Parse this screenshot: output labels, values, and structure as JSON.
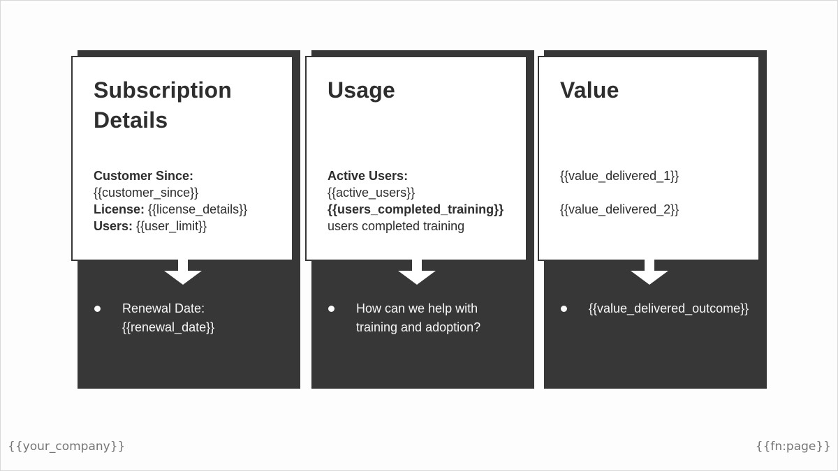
{
  "page": {
    "background": "#fdfdfd",
    "dark_accent": "#373737",
    "text_dark": "#2d2d2d",
    "text_light": "#f7f7f7"
  },
  "footer": {
    "company": "{{your_company}}",
    "page_number": "{{fn:page}}"
  },
  "cards": [
    {
      "title": "Subscription Details",
      "lines": [
        {
          "b": "Customer Since:",
          "r": ""
        },
        {
          "b": "",
          "r": "{{customer_since}}"
        },
        {
          "b": "License:",
          "r": " {{license_details}}"
        },
        {
          "b": "Users:",
          "r": " {{user_limit}}"
        }
      ],
      "bullet": "Renewal Date:\n{{renewal_date}}"
    },
    {
      "title": "Usage",
      "lines": [
        {
          "b": "Active Users:",
          "r": ""
        },
        {
          "b": "",
          "r": "{{active_users}}"
        },
        {
          "b": "{{users_completed_training}}",
          "r": ""
        },
        {
          "b": "",
          "r": "users completed training"
        }
      ],
      "bullet": "How can we help with training and adoption?"
    },
    {
      "title": "Value",
      "lines": [
        {
          "b": "",
          "r": "{{value_delivered_1}}"
        },
        {
          "b": "",
          "r": ""
        },
        {
          "b": "",
          "r": "{{value_delivered_2}}"
        }
      ],
      "bullet": "{{value_delivered_outcome}}"
    }
  ]
}
